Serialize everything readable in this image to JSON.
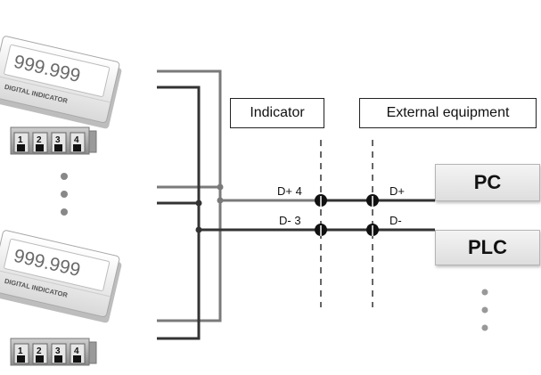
{
  "devices": [
    {
      "display": "999.999",
      "brand": "DIGITAL INDICATOR",
      "terminals": [
        "1",
        "2",
        "3",
        "4"
      ]
    },
    {
      "display": "999.999",
      "brand": "DIGITAL INDICATOR",
      "terminals": [
        "1",
        "2",
        "3",
        "4"
      ]
    }
  ],
  "labels": {
    "indicator": "Indicator",
    "external": "External equipment"
  },
  "signals": {
    "indicator_plus": "D+ 4",
    "indicator_minus": "D- 3",
    "external_plus": "D+",
    "external_minus": "D-"
  },
  "equipment": {
    "pc": "PC",
    "plc": "PLC"
  },
  "colors": {
    "wire_light": "#7a7a7a",
    "wire_dark": "#333333",
    "equipment_fill": "#e8e8e8"
  }
}
